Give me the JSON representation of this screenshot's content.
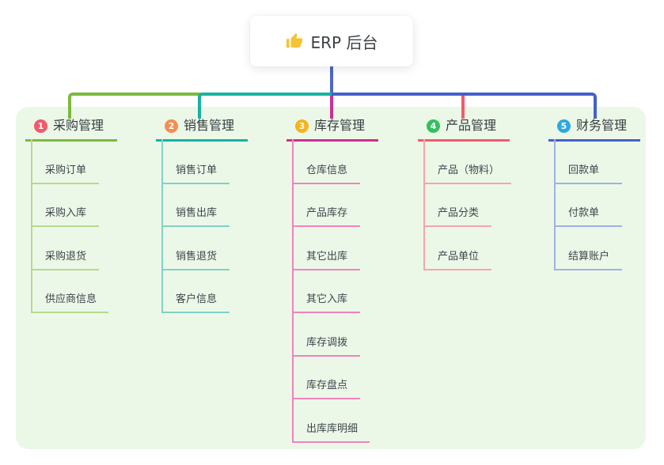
{
  "root": {
    "title": "ERP 后台",
    "icon": "thumbs-up-icon",
    "icon_color": "#f6c337"
  },
  "canvas": {
    "page_bg": "#ffffff",
    "panel_bg": "#ecf8e7",
    "root_connector_color": "#5066c8"
  },
  "branches": [
    {
      "index": "1",
      "label": "采购管理",
      "badge_color": "#f2596b",
      "line_color": "#7cb93e",
      "child_line_color": "#b5da90",
      "children": [
        "采购订单",
        "采购入库",
        "采购退货",
        "供应商信息"
      ]
    },
    {
      "index": "2",
      "label": "销售管理",
      "badge_color": "#f78b50",
      "line_color": "#16b2a3",
      "child_line_color": "#7fd2c8",
      "children": [
        "销售订单",
        "销售出库",
        "销售退货",
        "客户信息"
      ]
    },
    {
      "index": "3",
      "label": "库存管理",
      "badge_color": "#f7b31c",
      "line_color": "#cb3190",
      "child_line_color": "#f083bd",
      "children": [
        "仓库信息",
        "产品库存",
        "其它出库",
        "其它入库",
        "库存调拨",
        "库存盘点",
        "出库库明细"
      ]
    },
    {
      "index": "4",
      "label": "产品管理",
      "badge_color": "#32c15c",
      "line_color": "#f25b6b",
      "child_line_color": "#f6a4ad",
      "children": [
        "产品（物料）",
        "产品分类",
        "产品单位"
      ]
    },
    {
      "index": "5",
      "label": "财务管理",
      "badge_color": "#2fa7e0",
      "line_color": "#4262c8",
      "child_line_color": "#9fb2e4",
      "children": [
        "回款单",
        "付款单",
        "结算账户"
      ]
    }
  ]
}
